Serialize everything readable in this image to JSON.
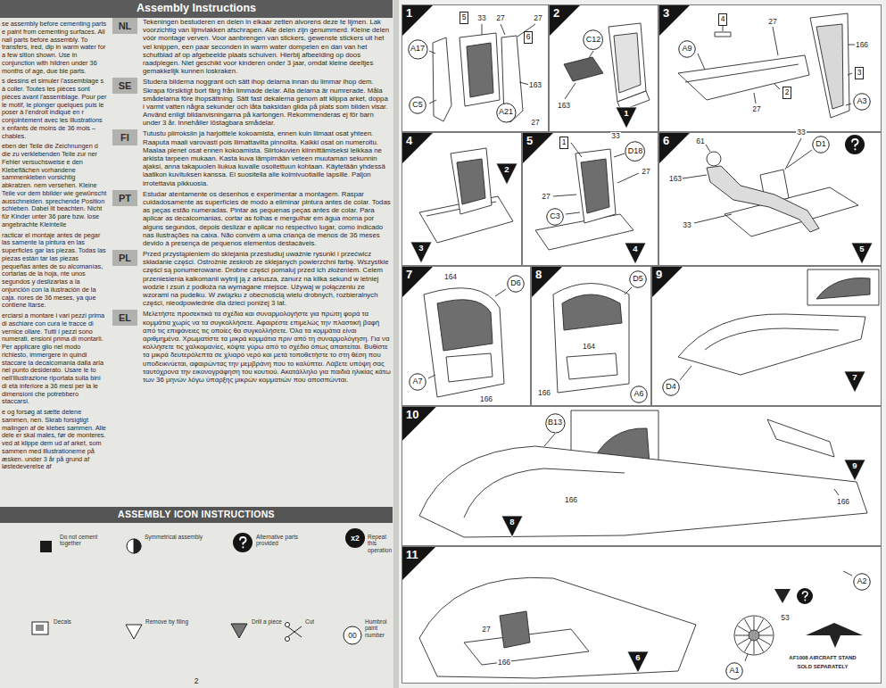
{
  "diagram": {
    "title": "Assembly Instructions",
    "nodes": [
      {
        "text": [
          "NL"
        ]
      },
      {
        "text": [
          "SE"
        ]
      },
      {
        "text": [
          "FI"
        ]
      },
      {
        "text": [
          "PT"
        ]
      },
      {
        "text": [
          "PL"
        ]
      },
      {
        "text": [
          "EL"
        ]
      },
      {
        "text": [
          "ASSEMBLY ICON INSTRUCTIONS"
        ]
      },
      {
        "text": [
          "1"
        ]
      },
      {
        "text": [
          "A17"
        ],
        "in": 7
      },
      {
        "text": [
          "5"
        ],
        "in": 7
      },
      {
        "text": [
          "6"
        ],
        "in": 7
      },
      {
        "text": [
          "C5"
        ],
        "in": 7
      },
      {
        "text": [
          "A21"
        ],
        "in": 7
      },
      {
        "text": [
          "2"
        ]
      },
      {
        "text": [
          "C12"
        ],
        "in": 13
      },
      {
        "text": [
          "1"
        ],
        "in": 13
      },
      {
        "text": [
          "3"
        ]
      },
      {
        "text": [
          "4"
        ],
        "in": 16
      },
      {
        "text": [
          "A9"
        ],
        "in": 16
      },
      {
        "text": [
          "3"
        ],
        "in": 16
      },
      {
        "text": [
          "2"
        ],
        "in": 16
      },
      {
        "text": [
          "A3"
        ],
        "in": 16
      },
      {
        "text": [
          "4"
        ]
      },
      {
        "text": [
          "2"
        ],
        "in": 22
      },
      {
        "text": [
          "3"
        ],
        "in": 22
      },
      {
        "text": [
          "5"
        ]
      },
      {
        "text": [
          "1"
        ],
        "in": 25
      },
      {
        "text": [
          "D18"
        ],
        "in": 25
      },
      {
        "text": [
          "C3"
        ],
        "in": 25
      },
      {
        "text": [
          "4"
        ],
        "in": 25
      },
      {
        "text": [
          "6"
        ]
      },
      {
        "text": [
          "D1"
        ],
        "in": 30
      },
      {
        "text": [
          "5"
        ],
        "in": 30
      },
      {
        "text": [
          "7"
        ]
      },
      {
        "text": [
          "D6"
        ],
        "in": 33
      },
      {
        "text": [
          "A7"
        ],
        "in": 33
      },
      {
        "text": [
          "8"
        ]
      },
      {
        "text": [
          "D5"
        ],
        "in": 36
      },
      {
        "text": [
          "A6"
        ],
        "in": 36
      },
      {
        "text": [
          "9"
        ]
      },
      {
        "text": [
          "D4"
        ],
        "in": 39
      },
      {
        "text": [
          "7"
        ],
        "in": 39
      },
      {
        "text": [
          "10"
        ]
      },
      {
        "text": [
          "B13"
        ],
        "in": 42
      },
      {
        "text": [
          "8"
        ],
        "in": 42
      },
      {
        "text": [
          "9"
        ],
        "in": 42
      },
      {
        "text": [
          "11"
        ]
      },
      {
        "text": [
          "A2"
        ],
        "in": 46
      },
      {
        "text": [
          "6"
        ],
        "in": 46
      },
      {
        "text": [
          "A1"
        ],
        "in": 46
      }
    ],
    "labels": [
      "se assembly before cementing parts e paint from cementing surfaces. All nall parts before assembly. To transfers, ired, dip in warm water for a few sition shown. Use in conjunction with hildren under 36 months of age, due ble parts.",
      "s dessins et simuler l'assemblage s à coller. Toutes les pièces sont pièces avant l'assemblage. Pour per le motif, le plonger quelques puis le poser à l'endroit indiqué en r conjointement avec les illustrations x enfants de moins de 36 mois – chables.",
      "eben der Teile die Zeichnungen d die zu verklebenden Teile zur ner Fehler versuchsweise e den Klebeflächen vorhandene sammenkleben vorsichtig abkratzen. nem versehen. Kleine Teile vor dem bbilder wie gewünscht ausschneiden. sprechende Position schieben. Dabei lit beachten. Nicht für Kinder unter 36 pare bzw. lose angebrachte Kleinteile",
      "racticar el montaje antes de pegar las samente la pintura en las superficies gar las piezas. Todas las piezas están tar las piezas pequeñas antes de su alcomanías, cortarlas de la hoja, nte unos segundos y deslizarlas a la onjunción con la ilustración de la caja. nores de 36 meses, ya que contiene ltarse.",
      "erciarsi a montare i vari pezzi prima di aschiare con cura le tracce di vernice ollare. Tutti i pezzi sono numerati. ensioni prima di montarli. Per applicare glio nel modo richiesto, immergere in quindi staccare la decalcomania dalla arla nel punto desiderato. Usare le to nell'illustrazione riportata sulla bini di età inferiore a 36 mesi per la le dimensioni che potrebbero staccarsi.",
      "e og forsøg at sætte delene sammen, nen. Skrab forsigtigt malingen af de klebes sammen. Alle dele er skal males, før de monteres. ved at klippe dem ud af arket, som sammen med illustrationerne på æsken. under 3 år på grund af løstedeverelse af",
      "Tekeningen bestuderen en delen in elkaar zetten alvorens deze te lijmen. Lak voorzichtig van lijmvlakken afschrapen. Alle delen zijn genummerd. Kleine delen vóór montage verven. Voor aanbrengen van stickers, gewenste stickers uit het vel knippen, een paar seconden in warm water dompelen en dan van het schutblad af op afgebeelde plaats schuiven. Hierbij afbeelding op doos raadplegen. Niet geschikt voor kinderen onder 3 jaar, omdat kleine deeltjes gemakkelijk kunnen loskraken.",
      "Studera bilderna noggrant och sätt ihop delarna innan du limmar ihop dem. Skrapa försiktigt bort färg från limmade delar. Alla delarna är numrerade. Måla smådelarna före ihopsättning. Sätt fast dekalerna genom att klippa arket, doppa i varmt vatten några sekunder och låta baksidan glida på plats som bilden visar. Använd enligt bildanvisningarna på kartongen. Rekommenderas ej för barn under 3 år. Innehåller löstagbara smådelar.",
      "Tutustu piirroksiin ja harjoittele kokoamista, ennen kuin liimaat osat yhteen. Raaputa maali varovasti pois liimattavilta pinnoilta. Kaikki osat on numeroitu. Maalaa pienet osat ennen kokoamista. Siirtokuvien kiinnittämiseksi leikkaa ne arkista tarpeen mukaan. Kasta kuva lämpimään veteen muutaman sekunnin ajaksi, anna takapuolen liukua kuvalle osoitettuun kohtaan. Käytetään yhdessä laatikon kuvituksen kanssa. Ei suositella alle kolmivuotiaille lapsille. Paljon irrotettavia pikkuosia.",
      "Estudar atentamente os desenhos e experimentar a montagem. Raspar cuidadosamente as superfícies de modo a eliminar pintura antes de colar. Todas as peças estão numeradas. Pintar as pequenas peças antes de colar. Para aplicar as decalcomanias, cortar as folhas e mergulhar em água morna por alguns segundos, depois deslizar e aplicar no respectivo lugar, como indicado nas ilustrações na caixa. Não convém a uma criança de menos de 36 meses devido à presença de pequenos elementos destacáveis.",
      "Przed przystąpieniem do sklejania przestudiuj uważnie rysunki i przećwicz składanie części. Ostrożnie zeskrob ze sklejanych powierzchni farbę. Wszystkie części są ponumerowane. Drobne części pomaluj przed ich złożeniem. Celem przeniesienia kalkomanii wytnij ją z arkusza, zanurz na kilka sekund w letniej wodzie i zsuń z podłoża na wymagane miejsce. Używaj w połączeniu ze wzorami na pudełku. W związku z obecnością wielu drobnych, rozbieralnych części, nieodpowiednie dla dzieci poniżej 3 lat.",
      "Μελετήστε προσεκτικά τα σχέδια και συναρμολογήστε για πρώτη φορά τα κομμάτια χωρίς να τα συγκολλήσετε. Αφαιρέστε επιμελώς την πλαστική βαφή από τις επιφάνειες τις οποίες θα συγκολλήσετε. Όλα τα κομμάτια είναι αριθμημένα. Χρωματίστε τα μικρά κομμάτια πριν από τη συναρμολόγηση. Για να κολλήσετε τις χαλκομανίες, κόψτε γύρω από το σχέδιο όπως απαιτείται. Βυθίστε τα μικρά δευτερόλεπτα σε χλιαρό νερό και μετά τοποθετήστε το στη θέση που υποδεικνύεται, αφαιρώντας την μεμβράνη που το καλύπτει. Λάβετε υπόψη σας ταυτόχρονα την εικονογράφηση του κουτιού. Ακατάλληλο για παιδιά ηλικίας κάτω των 36 μηνών λόγω ύπαρξης μικρών κομματιών που αποσπώνται.",
      "33",
      "27",
      "27",
      "163",
      "27",
      "163",
      "27",
      "166",
      "27",
      "33",
      "27",
      "27",
      "61",
      "33",
      "163",
      "33",
      "164",
      "166",
      "164",
      "166",
      "166",
      "166",
      "27",
      "166",
      "53",
      "AF1008 AIRCRAFT STAND",
      "SOLD SEPARATELY",
      "x2",
      "00",
      "2"
    ],
    "legend": [
      {
        "text": "Do not cement together",
        "color": "#1a1a1a"
      },
      {
        "text": "Symmetrical assembly"
      },
      {
        "text": "Alternative parts provided"
      },
      {
        "text": "Repeat this operation"
      },
      {
        "text": "Decals"
      },
      {
        "text": "Remove by filing"
      },
      {
        "text": "Drill a piece"
      },
      {
        "text": "Cut"
      },
      {
        "text": "Humbrol paint number"
      }
    ]
  }
}
